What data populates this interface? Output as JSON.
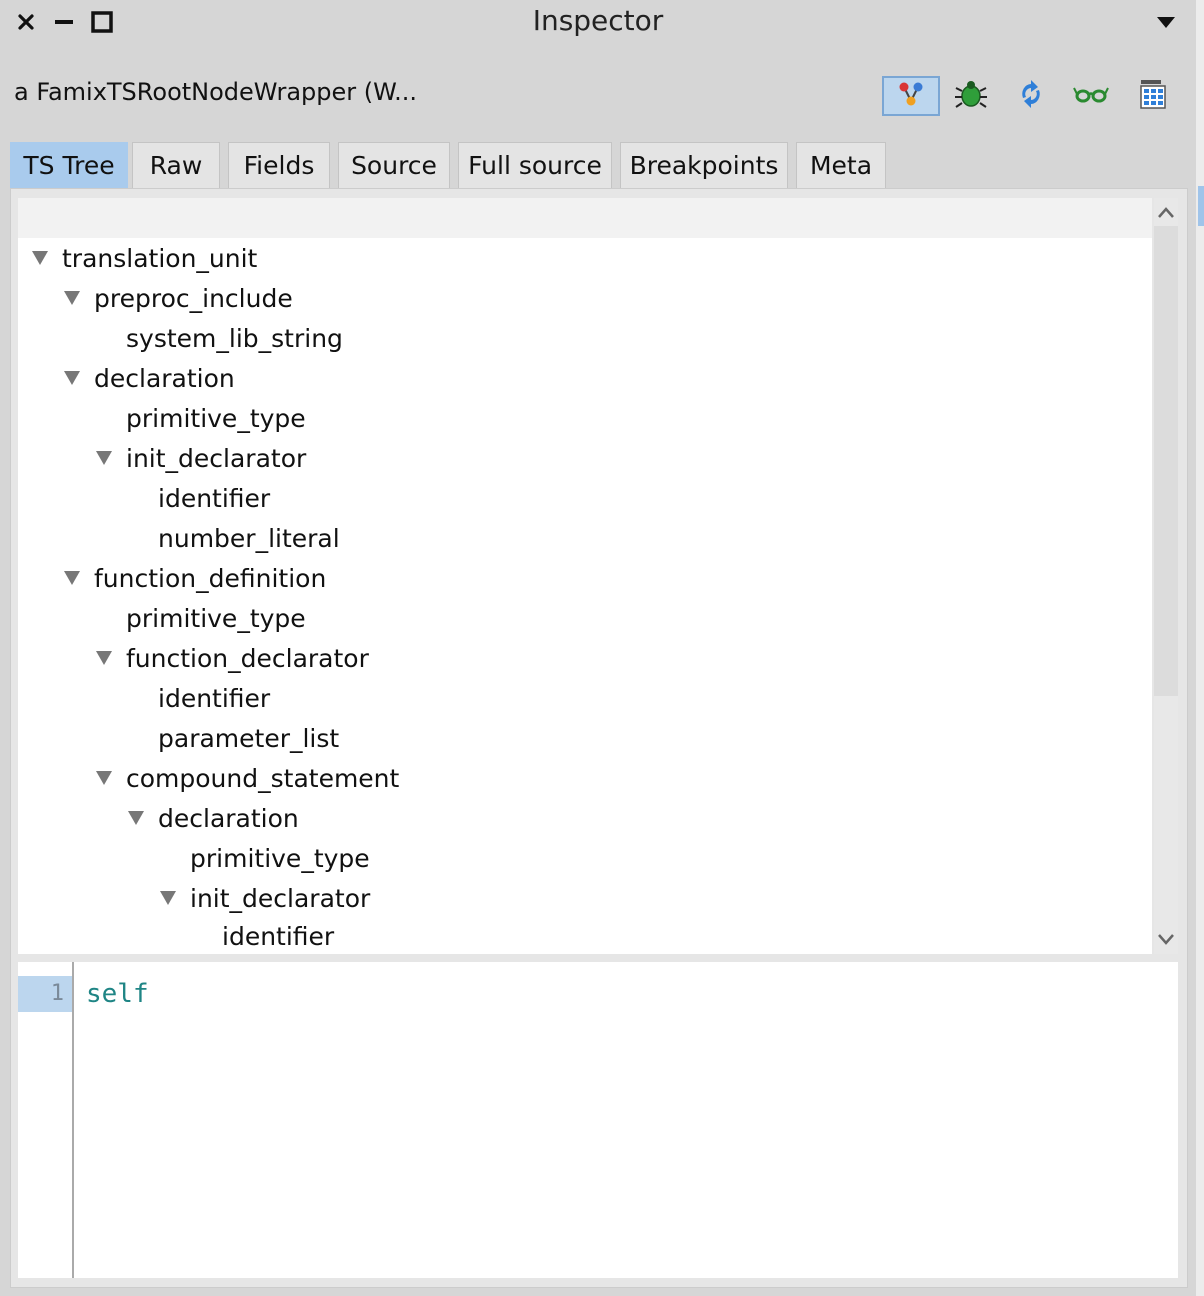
{
  "window": {
    "title": "Inspector",
    "close_icon": "close-icon",
    "minimize_icon": "minimize-icon",
    "maximize_icon": "maximize-icon",
    "menu_icon": "chevron-down-icon"
  },
  "header": {
    "object_title": "a FamixTSRootNodeWrapper (W...",
    "toolbar": [
      {
        "icon": "tree-nodes-icon",
        "active": true
      },
      {
        "icon": "bug-icon",
        "active": false
      },
      {
        "icon": "refresh-icon",
        "active": false
      },
      {
        "icon": "glasses-icon",
        "active": false
      },
      {
        "icon": "grid-table-icon",
        "active": false
      }
    ]
  },
  "tabs": [
    {
      "label": "TS Tree",
      "selected": true
    },
    {
      "label": "Raw",
      "selected": false
    },
    {
      "label": "Fields",
      "selected": false
    },
    {
      "label": "Source",
      "selected": false
    },
    {
      "label": "Full source",
      "selected": false
    },
    {
      "label": "Breakpoints",
      "selected": false
    },
    {
      "label": "Meta",
      "selected": false
    }
  ],
  "tree": [
    {
      "label": "translation_unit",
      "depth": 0,
      "expanded": true
    },
    {
      "label": "preproc_include",
      "depth": 1,
      "expanded": true
    },
    {
      "label": "system_lib_string",
      "depth": 2,
      "expanded": false
    },
    {
      "label": "declaration",
      "depth": 1,
      "expanded": true
    },
    {
      "label": "primitive_type",
      "depth": 2,
      "expanded": false
    },
    {
      "label": "init_declarator",
      "depth": 2,
      "expanded": true
    },
    {
      "label": "identifier",
      "depth": 3,
      "expanded": false
    },
    {
      "label": "number_literal",
      "depth": 3,
      "expanded": false
    },
    {
      "label": "function_definition",
      "depth": 1,
      "expanded": true
    },
    {
      "label": "primitive_type",
      "depth": 2,
      "expanded": false
    },
    {
      "label": "function_declarator",
      "depth": 2,
      "expanded": true
    },
    {
      "label": "identifier",
      "depth": 3,
      "expanded": false
    },
    {
      "label": "parameter_list",
      "depth": 3,
      "expanded": false
    },
    {
      "label": "compound_statement",
      "depth": 2,
      "expanded": true
    },
    {
      "label": "declaration",
      "depth": 3,
      "expanded": true
    },
    {
      "label": "primitive_type",
      "depth": 4,
      "expanded": false
    },
    {
      "label": "init_declarator",
      "depth": 4,
      "expanded": true
    },
    {
      "label": "identifier",
      "depth": 5,
      "expanded": false
    }
  ],
  "editor": {
    "line_number": "1",
    "code": "self"
  },
  "colors": {
    "selected_tab": "#a9cbed",
    "code_text": "#1f8585"
  }
}
